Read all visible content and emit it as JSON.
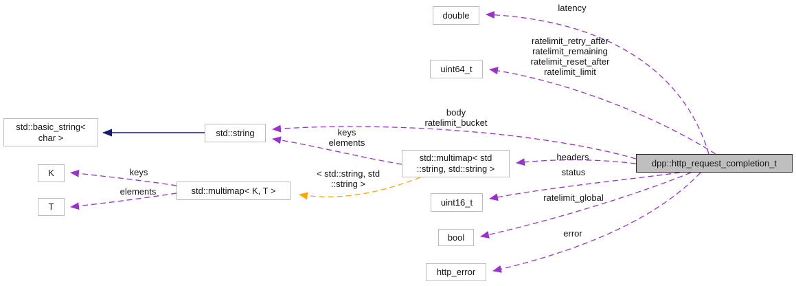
{
  "diagram": {
    "type": "collaboration-graph",
    "colors": {
      "usage_edge": "#9a32cd",
      "inheritance_edge": "#191970",
      "template_edge": "#ffa500",
      "node_fill": "#ffffff",
      "node_border": "#bcbcbc",
      "main_node_fill": "#bfbfbf",
      "main_node_border": "#262626",
      "background": "#ffffff",
      "text": "#141414"
    },
    "nodes": {
      "main": {
        "label": "dpp::http_request_completion_t"
      },
      "double": {
        "label": "double"
      },
      "uint64": {
        "label": "uint64_t"
      },
      "basic_string": {
        "line1": "std::basic_string<",
        "line2": "char >"
      },
      "string": {
        "label": "std::string"
      },
      "multimap_str": {
        "line1": "std::multimap< std",
        "line2": "::string, std::string >"
      },
      "k": {
        "label": "K"
      },
      "t": {
        "label": "T"
      },
      "multimap_kt": {
        "label": "std::multimap< K, T >"
      },
      "uint16": {
        "label": "uint16_t"
      },
      "bool": {
        "label": "bool"
      },
      "http_error": {
        "label": "http_error"
      }
    },
    "edge_labels": {
      "latency": "latency",
      "ratelimit": {
        "line1": "ratelimit_retry_after",
        "line2": "ratelimit_remaining",
        "line3": "ratelimit_reset_after",
        "line4": "ratelimit_limit"
      },
      "body_bucket": {
        "line1": "body",
        "line2": "ratelimit_bucket"
      },
      "keys_elements": {
        "line1": "keys",
        "line2": "elements"
      },
      "headers": "headers",
      "status": "status",
      "ratelimit_global": "ratelimit_global",
      "error": "error",
      "template_args": {
        "line1": "< std::string, std",
        "line2": "::string >"
      },
      "keys_left": "keys",
      "elements_left": "elements"
    }
  }
}
